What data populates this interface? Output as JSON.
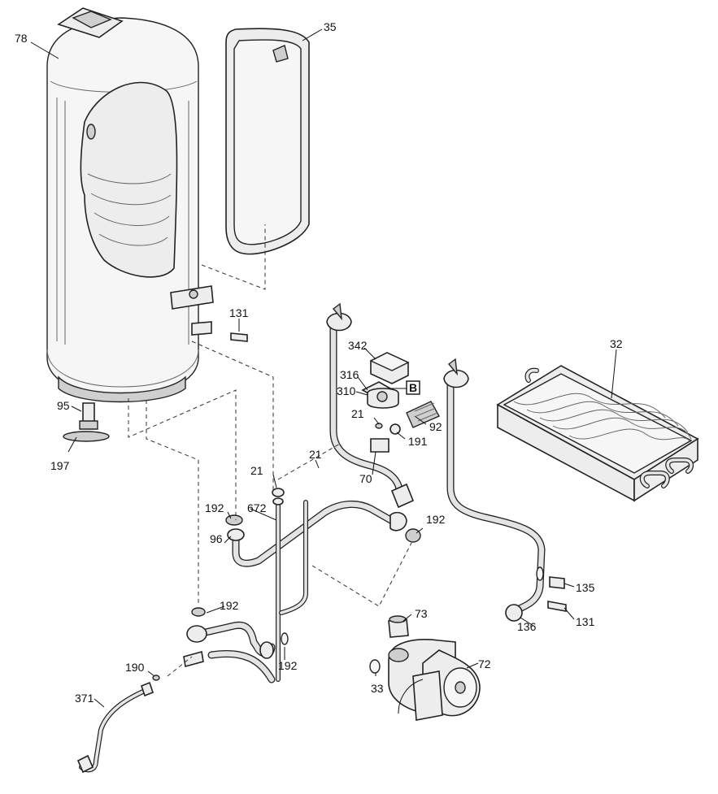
{
  "labels": {
    "tank": "78",
    "expansion_vessel": "35",
    "heat_exchanger": "32",
    "sensor_tank": "131",
    "sensor_right": "131",
    "cover": "342",
    "bracket": "316",
    "valve_body": "310",
    "reference_box": "B",
    "washer_a": "21",
    "washer_b": "21",
    "washer_c": "21",
    "fitting_92": "92",
    "seal_191": "191",
    "pipe_70": "70",
    "drain_95": "95",
    "seal_197": "197",
    "pipe_672": "672",
    "seal_192_a": "192",
    "seal_192_b": "192",
    "seal_192_c": "192",
    "seal_192_d": "192",
    "pipe_96": "96",
    "vent_73": "73",
    "pump_72": "72",
    "oring_33": "33",
    "seal_190": "190",
    "pipe_371": "371",
    "valve_135": "135",
    "pipe_136": "136"
  },
  "colors": {
    "line": "#222222",
    "fill": "#ededed",
    "background": "#ffffff"
  }
}
